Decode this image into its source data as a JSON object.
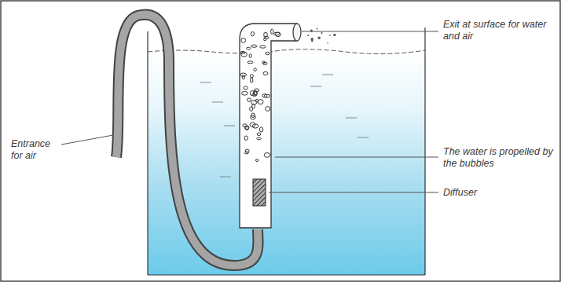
{
  "diagram": {
    "labels": [
      "Entrance for air",
      "Exit at surface for water and air",
      "The water is propelled by the bubbles",
      "Diffuser"
    ]
  }
}
